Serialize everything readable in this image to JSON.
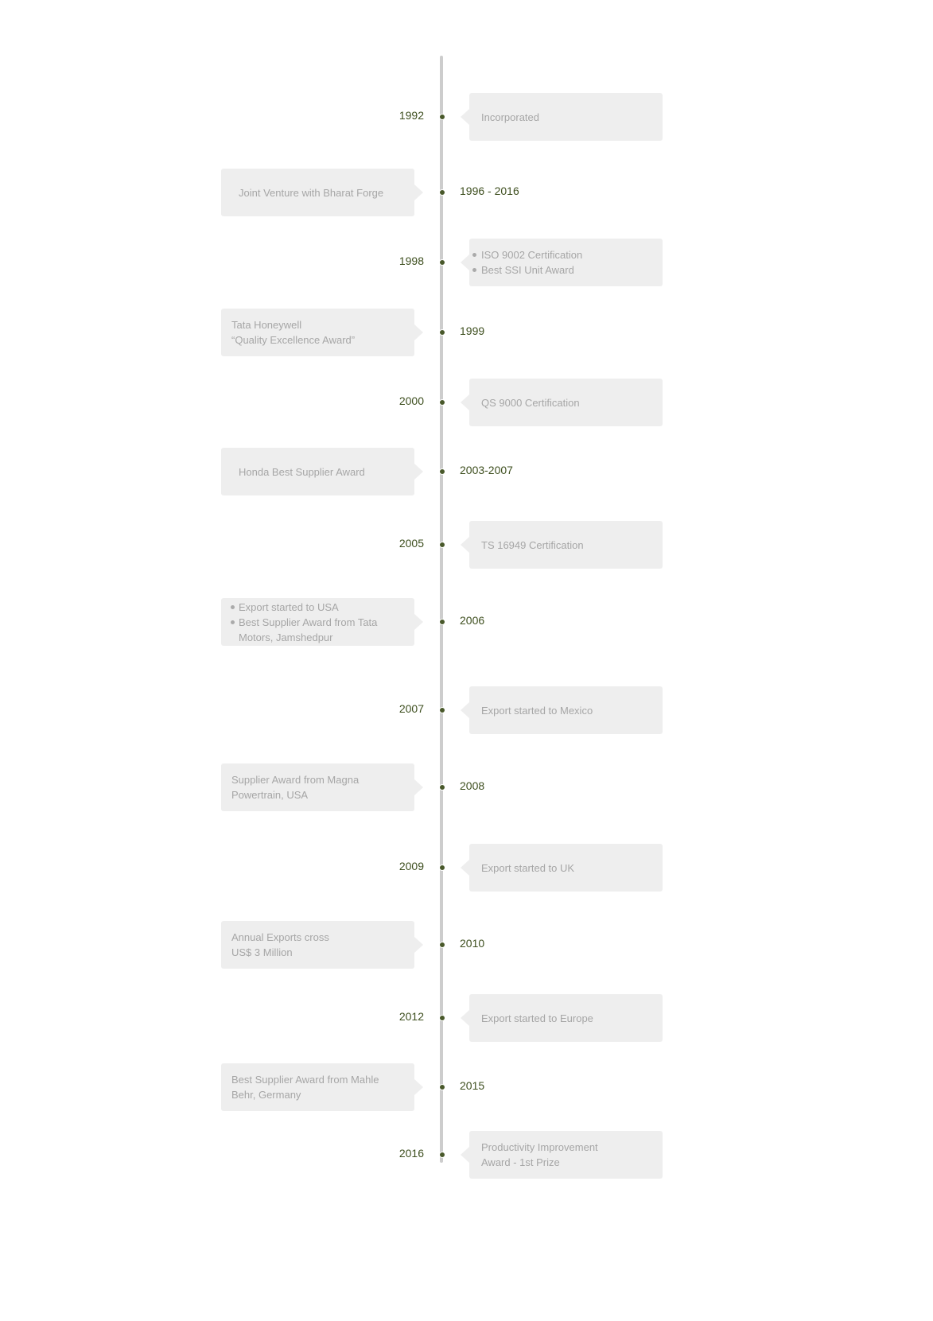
{
  "timeline": [
    {
      "year": "1992",
      "side": "right",
      "lines": [
        "Incorporated"
      ],
      "bullets": false
    },
    {
      "year": "1996 - 2016",
      "side": "left",
      "lines": [
        "Joint Venture with Bharat Forge"
      ],
      "bullets": false
    },
    {
      "year": "1998",
      "side": "right",
      "lines": [
        "ISO 9002 Certification",
        "Best SSI Unit Award"
      ],
      "bullets": true
    },
    {
      "year": "1999",
      "side": "left",
      "lines": [
        "Tata Honeywell",
        "“Quality Excellence Award”"
      ],
      "bullets": false
    },
    {
      "year": "2000",
      "side": "right",
      "lines": [
        "QS 9000 Certification"
      ],
      "bullets": false
    },
    {
      "year": "2003-2007",
      "side": "left",
      "lines": [
        "Honda Best Supplier Award"
      ],
      "bullets": false
    },
    {
      "year": "2005",
      "side": "right",
      "lines": [
        "TS 16949 Certification"
      ],
      "bullets": false
    },
    {
      "year": "2006",
      "side": "left",
      "lines": [
        "Export started to USA",
        "Best Supplier Award from Tata Motors, Jamshedpur"
      ],
      "bullets": true
    },
    {
      "year": "2007",
      "side": "right",
      "lines": [
        "Export started to Mexico"
      ],
      "bullets": false
    },
    {
      "year": "2008",
      "side": "left",
      "lines": [
        "Supplier Award from Magna",
        "Powertrain, USA"
      ],
      "bullets": false
    },
    {
      "year": "2009",
      "side": "right",
      "lines": [
        "Export started to UK"
      ],
      "bullets": false
    },
    {
      "year": "2010",
      "side": "left",
      "lines": [
        "Annual Exports cross",
        "US$ 3 Million"
      ],
      "bullets": false
    },
    {
      "year": "2012",
      "side": "right",
      "lines": [
        "Export started to Europe"
      ],
      "bullets": false
    },
    {
      "year": "2015",
      "side": "left",
      "lines": [
        "Best Supplier Award from Mahle",
        "Behr, Germany"
      ],
      "bullets": false
    },
    {
      "year": "2016",
      "side": "right",
      "lines": [
        "Productivity Improvement",
        "Award - 1st Prize"
      ],
      "bullets": false
    }
  ],
  "colors": {
    "accent": "#3e4f1f",
    "line": "#cdcdcd",
    "box": "#eeeeee",
    "text": "#a6a6a6"
  }
}
